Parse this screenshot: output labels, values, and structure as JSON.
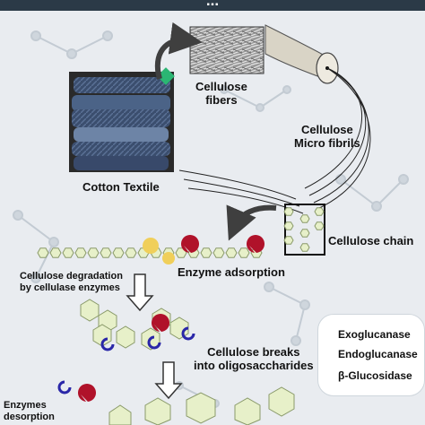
{
  "title": "...",
  "labels": {
    "cotton_textile": "Cotton Textile",
    "cellulose_fibers": "Cellulose\nfibers",
    "cellulose_micro_fibrils": "Cellulose\nMicro fibrils",
    "cellulose_chain": "Cellulose chain",
    "enzyme_adsorption": "Enzyme adsorption",
    "cellulose_degradation": "Cellulose degradation\nby cellulase enzymes",
    "cellulose_breaks": "Cellulose breaks\ninto oligosaccharides",
    "enzymes_desorption": "Enzymes\ndesorption"
  },
  "legend": {
    "exoglucanase": "Exoglucanase",
    "endoglucanase": "Endoglucanase",
    "beta_glucosidase": "β-Glucosidase"
  },
  "colors": {
    "exoglucanase": "#b0122a",
    "endoglucanase": "#f0cf5a",
    "beta_glucosidase": "#2a27a8",
    "glucose_unit": "#e7f0c9",
    "arrow": "#3f3f3f",
    "background": "#e9ecf0"
  }
}
